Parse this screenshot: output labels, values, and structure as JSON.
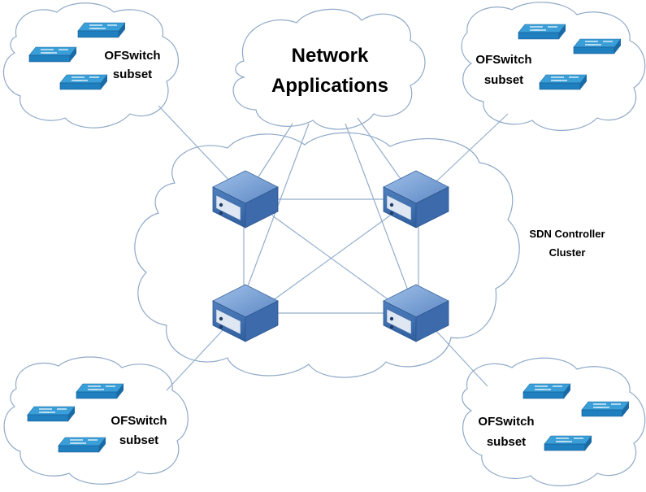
{
  "apps": {
    "line1": "Network",
    "line2": "Applications"
  },
  "controller": {
    "line1": "SDN Controller",
    "line2": "Cluster"
  },
  "subsets": [
    {
      "line1": "OFSwitch",
      "line2": "subset"
    },
    {
      "line1": "OFSwitch",
      "line2": "subset"
    },
    {
      "line1": "OFSwitch",
      "line2": "subset"
    },
    {
      "line1": "OFSwitch",
      "line2": "subset"
    }
  ],
  "colors": {
    "switch_top": "#3a9fd8",
    "switch_front": "#1f7fbf",
    "server": "#5a86c0",
    "cloud_stroke": "#8fa9c7",
    "link": "#94aecb"
  },
  "icons": {
    "switch": "network-switch-icon",
    "server": "server-icon",
    "cloud": "cloud-shape"
  }
}
